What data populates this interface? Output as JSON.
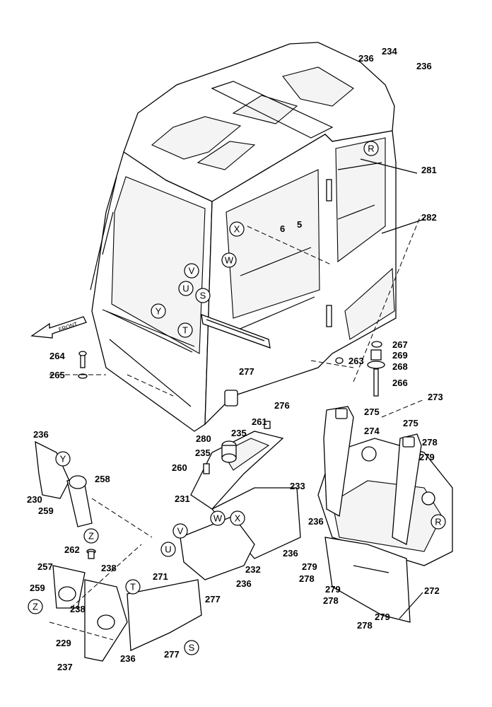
{
  "front_arrow": {
    "text": "FRONT"
  },
  "part_labels": [
    {
      "id": "p234",
      "text": "234"
    },
    {
      "id": "p236a",
      "text": "236"
    },
    {
      "id": "p236b",
      "text": "236"
    },
    {
      "id": "p281",
      "text": "281"
    },
    {
      "id": "p282",
      "text": "282"
    },
    {
      "id": "p5",
      "text": "5"
    },
    {
      "id": "p6",
      "text": "6"
    },
    {
      "id": "p264",
      "text": "264"
    },
    {
      "id": "p265",
      "text": "265"
    },
    {
      "id": "p277a",
      "text": "277"
    },
    {
      "id": "p276",
      "text": "276"
    },
    {
      "id": "p263",
      "text": "263"
    },
    {
      "id": "p267",
      "text": "267"
    },
    {
      "id": "p269",
      "text": "269"
    },
    {
      "id": "p268",
      "text": "268"
    },
    {
      "id": "p266",
      "text": "266"
    },
    {
      "id": "p273",
      "text": "273"
    },
    {
      "id": "p275a",
      "text": "275"
    },
    {
      "id": "p274",
      "text": "274"
    },
    {
      "id": "p275b",
      "text": "275"
    },
    {
      "id": "p278a",
      "text": "278"
    },
    {
      "id": "p279a",
      "text": "279"
    },
    {
      "id": "p261",
      "text": "261"
    },
    {
      "id": "p235a",
      "text": "235"
    },
    {
      "id": "p280",
      "text": "280"
    },
    {
      "id": "p235b",
      "text": "235"
    },
    {
      "id": "p260",
      "text": "260"
    },
    {
      "id": "p231",
      "text": "231"
    },
    {
      "id": "p233",
      "text": "233"
    },
    {
      "id": "p236c",
      "text": "236"
    },
    {
      "id": "p258",
      "text": "258"
    },
    {
      "id": "p230",
      "text": "230"
    },
    {
      "id": "p259a",
      "text": "259"
    },
    {
      "id": "p236d",
      "text": "236"
    },
    {
      "id": "p236e",
      "text": "236"
    },
    {
      "id": "p232",
      "text": "232"
    },
    {
      "id": "p236f",
      "text": "236"
    },
    {
      "id": "p262",
      "text": "262"
    },
    {
      "id": "p257",
      "text": "257"
    },
    {
      "id": "p238a",
      "text": "238"
    },
    {
      "id": "p271",
      "text": "271"
    },
    {
      "id": "p259b",
      "text": "259"
    },
    {
      "id": "p238b",
      "text": "238"
    },
    {
      "id": "p277b",
      "text": "277"
    },
    {
      "id": "p229",
      "text": "229"
    },
    {
      "id": "p277c",
      "text": "277"
    },
    {
      "id": "p236g",
      "text": "236"
    },
    {
      "id": "p237",
      "text": "237"
    },
    {
      "id": "p279b",
      "text": "279"
    },
    {
      "id": "p278b",
      "text": "278"
    },
    {
      "id": "p279c",
      "text": "279"
    },
    {
      "id": "p278c",
      "text": "278"
    },
    {
      "id": "p278d",
      "text": "278"
    },
    {
      "id": "p279d",
      "text": "279"
    },
    {
      "id": "p272",
      "text": "272"
    }
  ],
  "reference_markers": [
    {
      "id": "mR1",
      "text": "R"
    },
    {
      "id": "mX1",
      "text": "X"
    },
    {
      "id": "mW1",
      "text": "W"
    },
    {
      "id": "mV1",
      "text": "V"
    },
    {
      "id": "mU1",
      "text": "U"
    },
    {
      "id": "mS1",
      "text": "S"
    },
    {
      "id": "mY1",
      "text": "Y"
    },
    {
      "id": "mT1",
      "text": "T"
    },
    {
      "id": "mY2",
      "text": "Y"
    },
    {
      "id": "mZ1",
      "text": "Z"
    },
    {
      "id": "mX2",
      "text": "X"
    },
    {
      "id": "mW2",
      "text": "W"
    },
    {
      "id": "mV2",
      "text": "V"
    },
    {
      "id": "mU2",
      "text": "U"
    },
    {
      "id": "mR2",
      "text": "R"
    },
    {
      "id": "mT2",
      "text": "T"
    },
    {
      "id": "mZ2",
      "text": "Z"
    },
    {
      "id": "mS2",
      "text": "S"
    }
  ]
}
